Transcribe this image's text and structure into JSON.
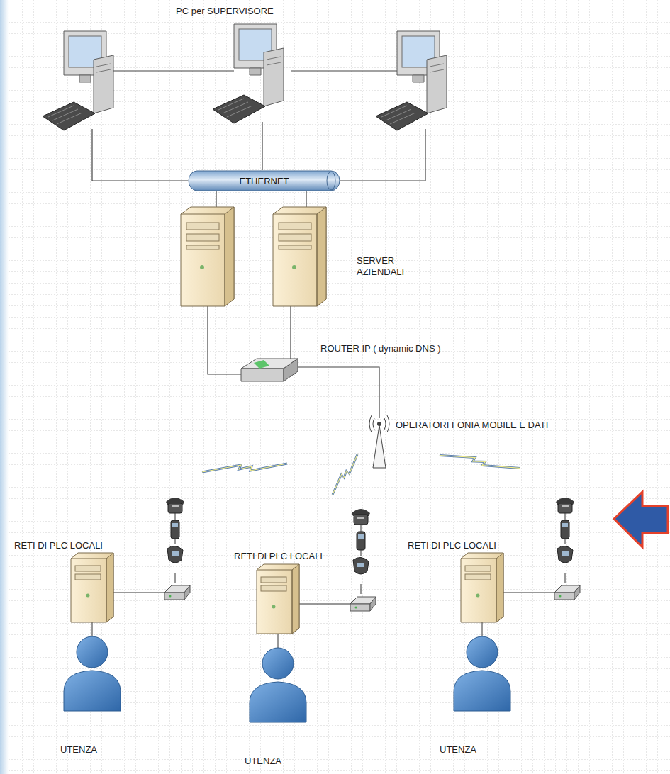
{
  "diagram": {
    "nodes": [
      {
        "text": [
          "ETHERNET"
        ]
      }
    ],
    "labels": [
      "PC per SUPERVISORE",
      "SERVER AZIENDALI",
      "ROUTER IP ( dynamic DNS )",
      "OPERATORI FONIA MOBILE E DATI",
      "RETI DI PLC LOCALI",
      "RETI DI PLC LOCALI",
      "RETI DI PLC LOCALI",
      "UTENZA",
      "UTENZA",
      "UTENZA"
    ]
  }
}
